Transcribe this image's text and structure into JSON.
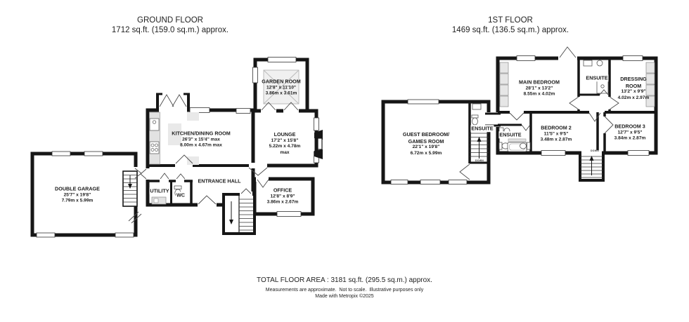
{
  "ground_floor": {
    "title": "GROUND FLOOR",
    "area_line": "1712 sq.ft. (159.0 sq.m.) approx.",
    "rooms": {
      "garden_room": {
        "name": "GARDEN ROOM",
        "dims_ft": "12'8\" x 11'10\"",
        "dims_m": "3.86m x 3.61m"
      },
      "kitchen": {
        "name": "KITCHEN/DINING ROOM",
        "dims_ft": "26'3\" x 15'4\" max",
        "dims_m": "8.00m x 4.67m max"
      },
      "lounge": {
        "name": "LOUNGE",
        "dims_ft": "17'2\" x 15'8\"",
        "dims_m": "5.22m x 4.78m",
        "extra": "max"
      },
      "office": {
        "name": "OFFICE",
        "dims_ft": "12'8\" x 8'9\"",
        "dims_m": "3.86m x 2.67m"
      },
      "entrance_hall": {
        "name": "ENTRANCE HALL"
      },
      "utility": {
        "name": "UTILITY"
      },
      "wc": {
        "name": "WC"
      },
      "double_garage": {
        "name": "DOUBLE GARAGE",
        "dims_ft": "25'7\" x 19'8\"",
        "dims_m": "7.79m x 5.99m"
      }
    }
  },
  "first_floor": {
    "title": "1ST FLOOR",
    "area_line": "1469 sq.ft. (136.5 sq.m.) approx.",
    "rooms": {
      "guest_bedroom": {
        "name": "GUEST BEDROOM/",
        "name2": "GAMES ROOM",
        "dims_ft": "22'1\" x 19'8\"",
        "dims_m": "6.72m x 5.99m"
      },
      "main_bedroom": {
        "name": "MAIN BEDROOM",
        "dims_ft": "28'1\" x 13'2\"",
        "dims_m": "8.55m x 4.02m"
      },
      "ensuite_main": {
        "name": "ENSUITE"
      },
      "dressing_room": {
        "name": "DRESSING",
        "name2": "ROOM",
        "dims_ft": "13'2\" x 9'9\"",
        "dims_m": "4.02m x 2.97m"
      },
      "ensuite_1": {
        "name": "ENSUITE"
      },
      "ensuite_2": {
        "name": "ENSUITE"
      },
      "bedroom_2": {
        "name": "BEDROOM 2",
        "dims_ft": "11'5\" x 9'5\"",
        "dims_m": "3.48m x 2.87m"
      },
      "bedroom_3": {
        "name": "BEDROOM 3",
        "dims_ft": "12'7\" x 9'5\"",
        "dims_m": "3.84m x 2.87m"
      }
    },
    "stairs_label": "DOWN"
  },
  "footer": {
    "total_area": "TOTAL FLOOR AREA : 3181 sq.ft. (295.5 sq.m.) approx.",
    "disclaimer": "Measurements are approximate.  Not to scale.  Illustrative purposes only",
    "credit": "Made with Metropix ©2025"
  },
  "colors": {
    "wall": "#161616",
    "fixture_fill": "#e2e2e2",
    "shade": "#e9e9e9",
    "text": "#1b1b1b"
  }
}
